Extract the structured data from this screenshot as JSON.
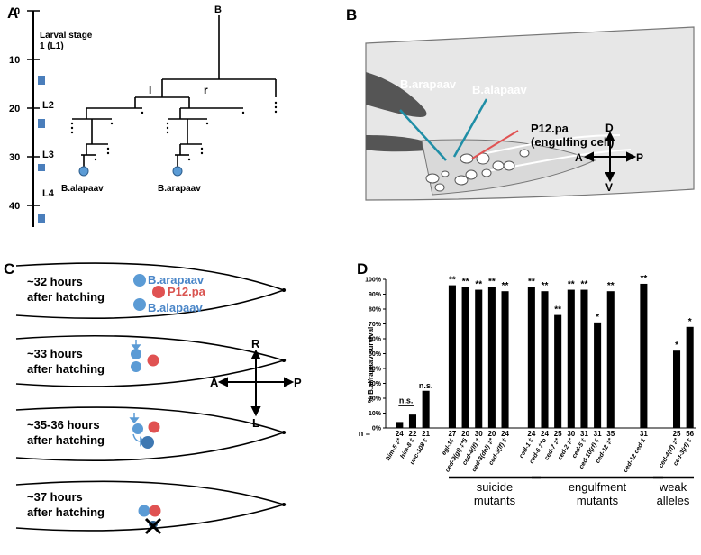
{
  "panels": {
    "A": {
      "label": "A",
      "root_label": "B",
      "stage_heading_1": "Larval stage",
      "stage_heading_2": "1 (L1)",
      "stage_labels": [
        "L2",
        "L3",
        "L4"
      ],
      "ticks": [
        "0",
        "10",
        "20",
        "30",
        "40"
      ],
      "branch_left": "l",
      "branch_right": "r",
      "cell_left": "B.alapaav",
      "cell_right": "B.arapaav",
      "colors": {
        "cell": "#5b9bd5",
        "molt": "#4a7ebb"
      }
    },
    "B": {
      "label": "B",
      "cell1": "B.arapaav",
      "cell2": "B.alapaav",
      "engulf1": "P12.pa",
      "engulf2": "(engulfing cell)",
      "axis": {
        "a": "A",
        "p": "P",
        "d": "D",
        "v": "V"
      },
      "colors": {
        "pointer_b": "#1f8ea6",
        "pointer_p": "#e05252"
      }
    },
    "C": {
      "label": "C",
      "times": [
        {
          "line1": "~32 hours",
          "line2": "after hatching"
        },
        {
          "line1": "~33 hours",
          "line2": "after hatching"
        },
        {
          "line1": "~35-36 hours",
          "line2": "after hatching"
        },
        {
          "line1": "~37 hours",
          "line2": "after hatching"
        }
      ],
      "cell_top": "B.arapaav",
      "cell_p": "P12.pa",
      "cell_bottom": "B.alapaav",
      "axis": {
        "a": "A",
        "p": "P",
        "r": "R",
        "l": "L"
      },
      "colors": {
        "blue": "#5b9bd5",
        "red": "#e05252",
        "blue_text": "#4a86c8",
        "red_text": "#d9534f"
      }
    },
    "D": {
      "label": "D",
      "n_label": "n =",
      "ns_label": "n.s.",
      "groups": [
        "suicide",
        "mutants",
        "engulfment",
        "mutants",
        "weak",
        "alleles"
      ]
    }
  },
  "chart_data": {
    "type": "bar",
    "title": "",
    "xlabel": "",
    "ylabel": "% B.al/rapaav survival",
    "ylim": [
      0,
      100
    ],
    "yticks": [
      "0%",
      "10%",
      "20%",
      "30%",
      "40%",
      "50%",
      "60%",
      "70%",
      "80%",
      "90%",
      "100%"
    ],
    "categories": [
      "him-5 ‡*",
      "him-8 ‡",
      "unc-108 ‡",
      "egl-1‡",
      "ced-9(gf) ‡*§",
      "ced-4(lf) †",
      "ced-3(del) ‡*",
      "ced-3(lf) ‡",
      "ced-1 ‡",
      "ced-6 ‡*o",
      "ced-7 ‡*",
      "ced-2 ‡*",
      "ced-5 ‡",
      "ced-10(rf) ‡",
      "ced-12 ‡*",
      "ced-12 ced-1",
      "ced-4(rf) ‡*",
      "ced-3(rf) ‡"
    ],
    "values": [
      4,
      9,
      25,
      96,
      95,
      93,
      95,
      92,
      95,
      92,
      76,
      93,
      93,
      71,
      92,
      97,
      52,
      68
    ],
    "n": [
      "24",
      "22",
      "21",
      "27",
      "20",
      "30",
      "20",
      "24",
      "24",
      "24",
      "25",
      "30",
      "31",
      "31",
      "35",
      "31",
      "25",
      "56"
    ],
    "significance": [
      "",
      "",
      "n.s.",
      "**",
      "**",
      "**",
      "**",
      "**",
      "**",
      "**",
      "**",
      "**",
      "**",
      "*",
      "**",
      "**",
      "*",
      "*"
    ]
  }
}
